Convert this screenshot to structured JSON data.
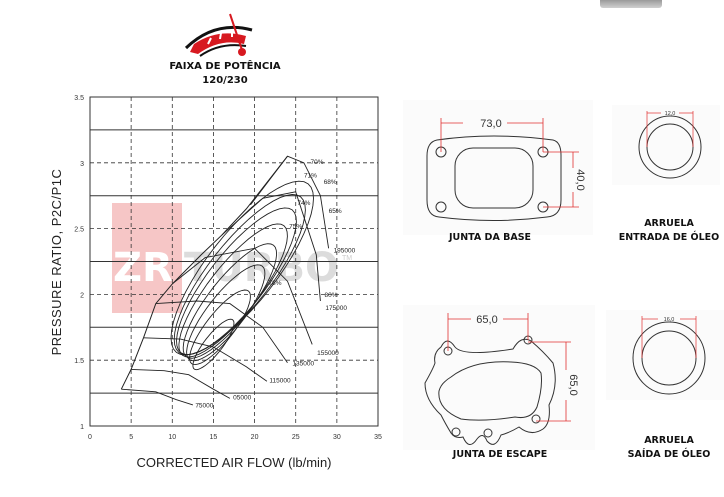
{
  "header": {
    "logo_icon": "speedometer-gauge-icon",
    "title": "FAIXA DE POTÊNCIA",
    "subtitle": "120/230"
  },
  "colors": {
    "accent_red": "#d71920",
    "dimension_red": "#e03030",
    "watermark_pink": "#f4b8b8",
    "watermark_gray": "#d4d4d4"
  },
  "watermark": {
    "brand_a": "ZR",
    "brand_b": "TURBO",
    "tm": "TM"
  },
  "chart_data": {
    "type": "line",
    "title": "",
    "xlabel": "CORRECTED AIR FLOW (lb/min)",
    "ylabel": "PRESSURE RATIO, P2C/P1C",
    "xlim": [
      0,
      35
    ],
    "ylim": [
      1,
      3.5
    ],
    "xticks": [
      "0",
      "5",
      "10",
      "15",
      "20",
      "25",
      "30",
      "35"
    ],
    "yticks": [
      "1",
      "1.5",
      "2",
      "2.5",
      "3",
      "3.5"
    ],
    "grid": true,
    "surge_line": [
      [
        3.8,
        1.28
      ],
      [
        5,
        1.43
      ],
      [
        6.5,
        1.67
      ],
      [
        8,
        1.93
      ],
      [
        10,
        2.08
      ],
      [
        13.5,
        2.3
      ],
      [
        16,
        2.45
      ],
      [
        19,
        2.65
      ],
      [
        21.5,
        2.85
      ],
      [
        24,
        3.05
      ]
    ],
    "speed_lines": [
      {
        "label": "75000",
        "points": [
          [
            3.8,
            1.28
          ],
          [
            8,
            1.26
          ],
          [
            10.5,
            1.2
          ],
          [
            12.5,
            1.16
          ]
        ],
        "label_at": [
          12.8,
          1.14
        ]
      },
      {
        "label": "05000",
        "points": [
          [
            5,
            1.43
          ],
          [
            9,
            1.42
          ],
          [
            12,
            1.39
          ],
          [
            15,
            1.28
          ],
          [
            17,
            1.21
          ]
        ],
        "label_at": [
          17.4,
          1.2
        ]
      },
      {
        "label": "115000",
        "points": [
          [
            6.5,
            1.67
          ],
          [
            11,
            1.66
          ],
          [
            15,
            1.6
          ],
          [
            19,
            1.45
          ],
          [
            21.5,
            1.34
          ]
        ],
        "label_at": [
          21.8,
          1.33
        ]
      },
      {
        "label": "135000",
        "points": [
          [
            8,
            1.93
          ],
          [
            13,
            1.95
          ],
          [
            17,
            1.93
          ],
          [
            21,
            1.75
          ],
          [
            24,
            1.48
          ]
        ],
        "label_at": [
          24.6,
          1.46
        ]
      },
      {
        "label": "155000",
        "points": [
          [
            10,
            2.08
          ],
          [
            14,
            2.28
          ],
          [
            20,
            2.35
          ],
          [
            24,
            2.1
          ],
          [
            27,
            1.62
          ]
        ],
        "label_at": [
          27.6,
          1.54
        ]
      },
      {
        "label": "175000",
        "points": [
          [
            16,
            2.45
          ],
          [
            21,
            2.73
          ],
          [
            25,
            2.78
          ],
          [
            27.5,
            2.3
          ],
          [
            28,
            1.95
          ]
        ],
        "label_at": [
          28.6,
          1.88
        ]
      },
      {
        "label": "195000",
        "points": [
          [
            19.5,
            2.68
          ],
          [
            24,
            3.05
          ],
          [
            26,
            3.0
          ],
          [
            28,
            2.75
          ],
          [
            29,
            2.35
          ]
        ],
        "label_at": [
          29.6,
          2.32
        ]
      }
    ],
    "efficiency_islands": [
      {
        "label": "65%",
        "center": [
          18.5,
          2.2
        ],
        "half_length": 13,
        "half_width": 4.2,
        "label_at": [
          29,
          2.62
        ]
      },
      {
        "label": "68%",
        "center": [
          18.2,
          2.15
        ],
        "half_length": 12,
        "half_width": 3.8,
        "label_at": [
          28.4,
          2.84
        ]
      },
      {
        "label": "70%",
        "center": [
          17.8,
          2.1
        ],
        "half_length": 11,
        "half_width": 3.4,
        "label_at": [
          26.8,
          2.99
        ]
      },
      {
        "label": "71%",
        "center": [
          17.4,
          2.03
        ],
        "half_length": 10,
        "half_width": 3.0,
        "label_at": [
          26,
          2.89
        ]
      },
      {
        "label": "74%",
        "center": [
          17,
          1.95
        ],
        "half_length": 8.6,
        "half_width": 2.6,
        "label_at": [
          25.2,
          2.68
        ]
      },
      {
        "label": "75%",
        "center": [
          16.5,
          1.86
        ],
        "half_length": 7.2,
        "half_width": 2.2,
        "label_at": [
          24.2,
          2.5
        ]
      },
      {
        "label": "78%",
        "center": [
          15.8,
          1.75
        ],
        "half_length": 5.6,
        "half_width": 1.7,
        "label_at": [
          21.7,
          2.07
        ]
      },
      {
        "label": "80%",
        "center": [
          15,
          1.62
        ],
        "half_length": 3.8,
        "half_width": 1.1,
        "label_at": [
          28.5,
          1.98
        ]
      }
    ]
  },
  "parts": {
    "base_gasket": {
      "label": "JUNTA DA BASE",
      "width_dim": "73,0",
      "height_dim": "40,0"
    },
    "inlet_washer": {
      "label_1": "ARRUELA",
      "label_2": "ENTRADA DE ÓLEO",
      "dim": "12,0"
    },
    "exhaust_gasket": {
      "label": "JUNTA DE ESCAPE",
      "width_dim": "65,0",
      "height_dim": "65,0"
    },
    "outlet_washer": {
      "label_1": "ARRUELA",
      "label_2": "SAÍDA DE ÓLEO",
      "dim": "16,0"
    }
  }
}
